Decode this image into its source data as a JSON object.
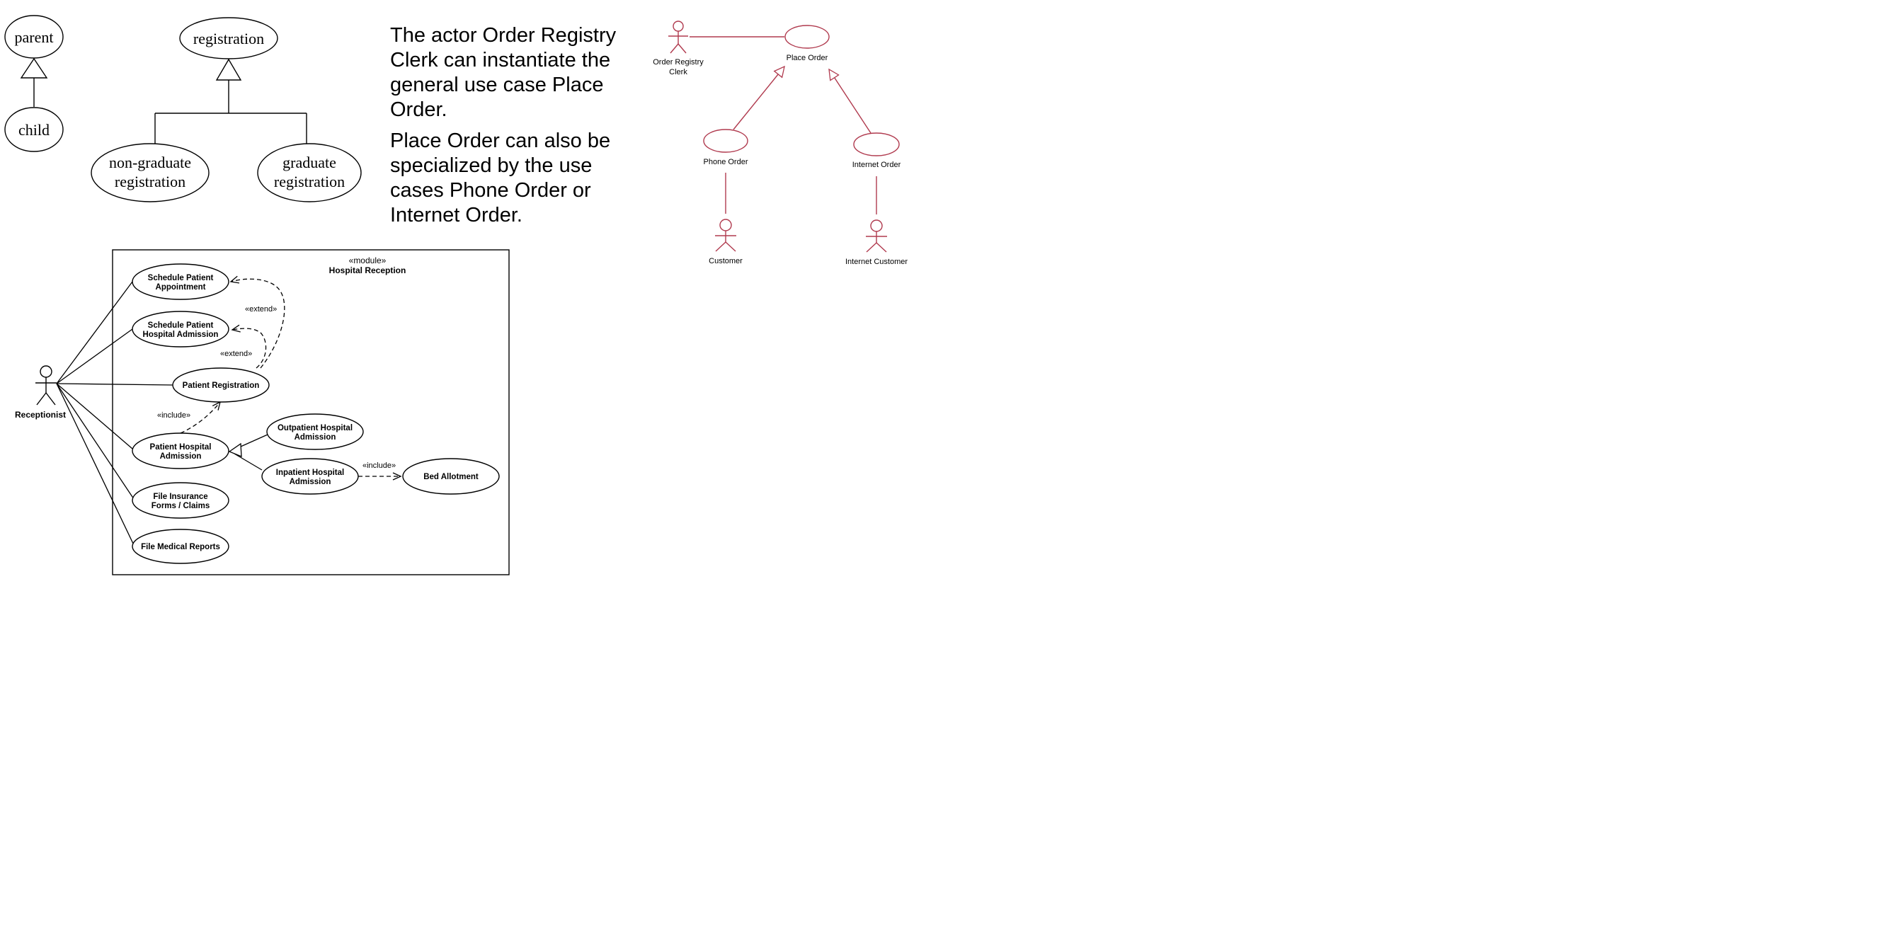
{
  "generalization": {
    "parent": "parent",
    "child": "child",
    "registration": "registration",
    "non_graduate": [
      "non-graduate",
      "registration"
    ],
    "graduate": [
      "graduate",
      "registration"
    ]
  },
  "description": {
    "paragraph1": "The actor Order Registry Clerk can instantiate the general use case Place Order.",
    "paragraph2": "Place Order can also be specialized by the use cases Phone Order or Internet Order."
  },
  "order_diagram": {
    "clerk": [
      "Order Registry",
      "Clerk"
    ],
    "place_order": "Place Order",
    "phone_order": "Phone Order",
    "internet_order": "Internet Order",
    "customer": "Customer",
    "internet_customer": "Internet Customer",
    "line_color": "#b03a4e"
  },
  "hospital": {
    "stereotype": "«module»",
    "title": "Hospital Reception",
    "actor": "Receptionist",
    "schedule_appointment": [
      "Schedule Patient",
      "Appointment"
    ],
    "schedule_admission": [
      "Schedule Patient",
      "Hospital Admission"
    ],
    "patient_registration": "Patient Registration",
    "patient_admission": [
      "Patient Hospital",
      "Admission"
    ],
    "outpatient_admission": [
      "Outpatient Hospital",
      "Admission"
    ],
    "inpatient_admission": [
      "Inpatient Hospital",
      "Admission"
    ],
    "bed_allotment": "Bed Allotment",
    "file_insurance": [
      "File Insurance",
      "Forms / Claims"
    ],
    "file_medical": "File Medical Reports",
    "extend_1": "«extend»",
    "extend_2": "«extend»",
    "include_1": "«include»",
    "include_2": "«include»"
  }
}
